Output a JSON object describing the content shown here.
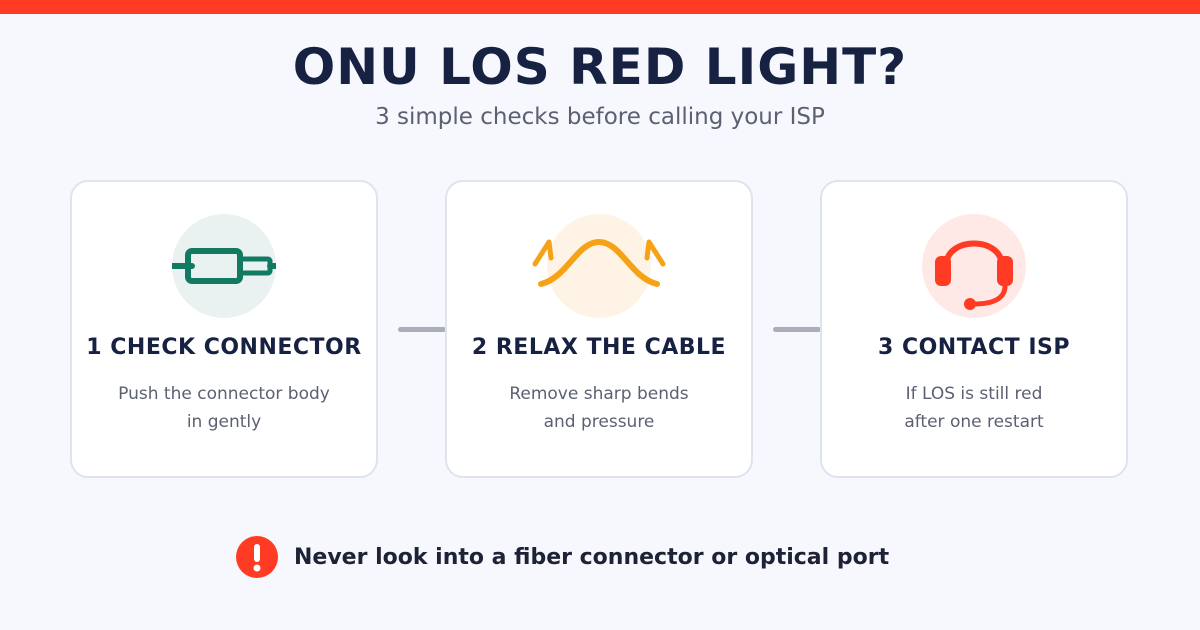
{
  "header": {
    "title": "ONU LOS RED LIGHT?",
    "subtitle": "3 simple checks before calling your ISP"
  },
  "steps": [
    {
      "title": "1 CHECK CONNECTOR",
      "desc_line1": "Push the connector body",
      "desc_line2": "in gently",
      "icon": "connector-icon",
      "color": "#127a63"
    },
    {
      "title": "2 RELAX THE CABLE",
      "desc_line1": "Remove sharp bends",
      "desc_line2": "and pressure",
      "icon": "bent-cable-icon",
      "color": "#f6a217"
    },
    {
      "title": "3 CONTACT ISP",
      "desc_line1": "If LOS is still red",
      "desc_line2": "after one restart",
      "icon": "headset-icon",
      "color": "#ff3b24"
    }
  ],
  "warning": {
    "text": "Never look into a fiber connector or optical port",
    "icon": "exclamation-icon",
    "color": "#ff3b24"
  },
  "colors": {
    "accent": "#ff3b24",
    "heading": "#172242",
    "background": "#f6f8fd"
  }
}
